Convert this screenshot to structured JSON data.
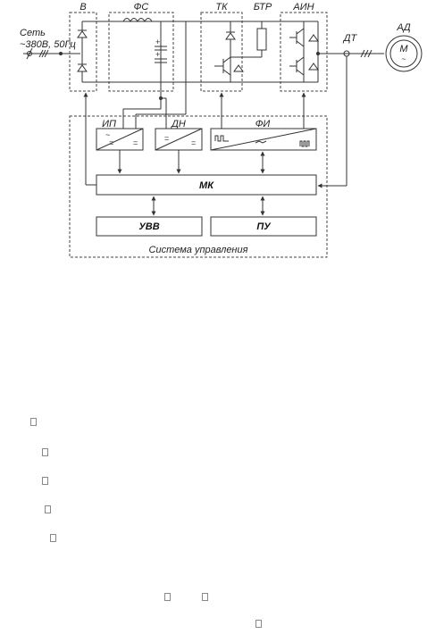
{
  "labels": {
    "grid": "Сеть",
    "grid_voltage": "~380В, 50Гц",
    "rectifier": "В",
    "filter": "ФС",
    "transistor_key": "ТК",
    "brake_resistor": "БТР",
    "inverter": "АИН",
    "current_sensor": "ДТ",
    "motor": "АД",
    "motor_symbol": "М",
    "motor_tilde": "~",
    "power_supply": "ИП",
    "voltage_sensor": "ДН",
    "pulse_former": "ФИ",
    "microcontroller": "МК",
    "io_device": "УВВ",
    "control_panel": "ПУ",
    "control_system": "Система управления",
    "ip_ac": "~",
    "ip_dc1": "=",
    "ip_dc2": "=",
    "dn_dc1": "=",
    "dn_dc2": "="
  },
  "colors": {
    "line": "#333333",
    "dashed": "#444444"
  }
}
